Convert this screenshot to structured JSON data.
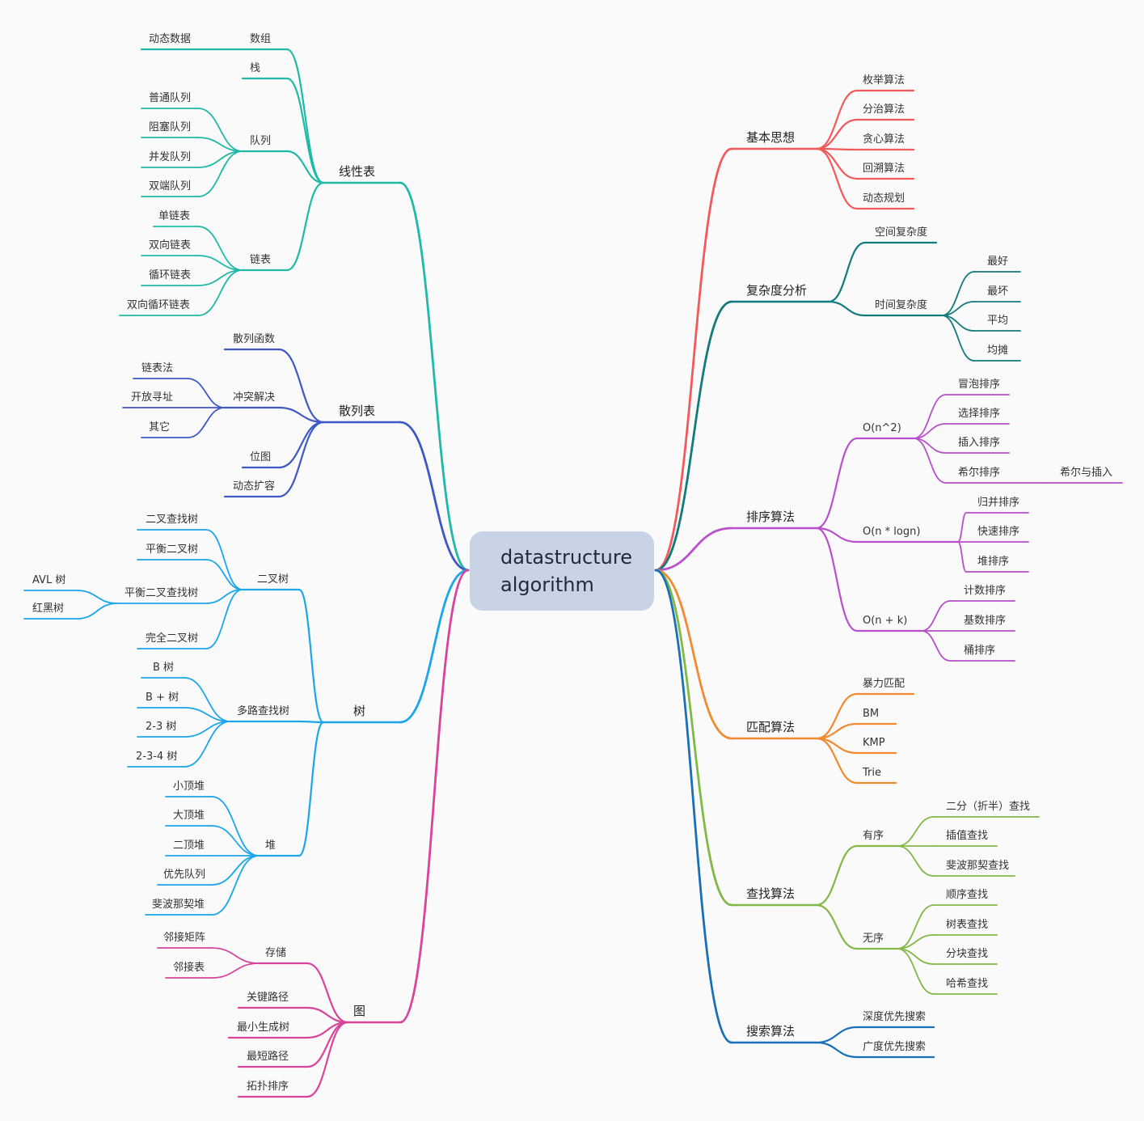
{
  "root": {
    "line1": "datastructure",
    "line2": "algorithm"
  },
  "colors": {
    "linear": "#1fb9a8",
    "hash": "#3f58c6",
    "tree": "#1ba6ea",
    "graph": "#d9449b",
    "basic": "#f25a5a",
    "complexity": "#137a7d",
    "sort": "#b84fcc",
    "match": "#f28a30",
    "search": "#82b846",
    "traverse": "#1a70b8",
    "rootFill": "#c8d4e6"
  },
  "left": [
    {
      "label": "线性表",
      "color": "linear",
      "children": [
        {
          "label": "数组",
          "children": [
            {
              "label": "动态数据"
            }
          ]
        },
        {
          "label": "栈"
        },
        {
          "label": "队列",
          "children": [
            {
              "label": "普通队列"
            },
            {
              "label": "阻塞队列"
            },
            {
              "label": "并发队列"
            },
            {
              "label": "双端队列"
            }
          ]
        },
        {
          "label": "链表",
          "children": [
            {
              "label": "单链表"
            },
            {
              "label": "双向链表"
            },
            {
              "label": "循环链表"
            },
            {
              "label": "双向循环链表"
            }
          ]
        }
      ]
    },
    {
      "label": "散列表",
      "color": "hash",
      "children": [
        {
          "label": "散列函数"
        },
        {
          "label": "冲突解决",
          "children": [
            {
              "label": "链表法"
            },
            {
              "label": "开放寻址"
            },
            {
              "label": "其它"
            }
          ]
        },
        {
          "label": "位图"
        },
        {
          "label": "动态扩容"
        }
      ]
    },
    {
      "label": "树",
      "color": "tree",
      "children": [
        {
          "label": "二叉树",
          "children": [
            {
              "label": "二叉查找树"
            },
            {
              "label": "平衡二叉树"
            },
            {
              "label": "平衡二叉查找树",
              "children": [
                {
                  "label": "AVL 树"
                },
                {
                  "label": "红黑树"
                }
              ]
            },
            {
              "label": "完全二叉树"
            }
          ]
        },
        {
          "label": "多路查找树",
          "children": [
            {
              "label": "B 树"
            },
            {
              "label": "B + 树"
            },
            {
              "label": "2-3 树"
            },
            {
              "label": "2-3-4 树"
            }
          ]
        },
        {
          "label": "堆",
          "children": [
            {
              "label": "小顶堆"
            },
            {
              "label": "大顶堆"
            },
            {
              "label": "二顶堆"
            },
            {
              "label": "优先队列"
            },
            {
              "label": "斐波那契堆"
            }
          ]
        }
      ]
    },
    {
      "label": "图",
      "color": "graph",
      "children": [
        {
          "label": "存储",
          "children": [
            {
              "label": "邻接矩阵"
            },
            {
              "label": "邻接表"
            }
          ]
        },
        {
          "label": "关键路径"
        },
        {
          "label": "最小生成树"
        },
        {
          "label": "最短路径"
        },
        {
          "label": "拓扑排序"
        }
      ]
    }
  ],
  "right": [
    {
      "label": "基本思想",
      "color": "basic",
      "children": [
        {
          "label": "枚举算法"
        },
        {
          "label": "分治算法"
        },
        {
          "label": "贪心算法"
        },
        {
          "label": "回溯算法"
        },
        {
          "label": "动态规划"
        }
      ]
    },
    {
      "label": "复杂度分析",
      "color": "complexity",
      "children": [
        {
          "label": "空间复杂度"
        },
        {
          "label": "时间复杂度",
          "children": [
            {
              "label": "最好"
            },
            {
              "label": "最坏"
            },
            {
              "label": "平均"
            },
            {
              "label": "均摊"
            }
          ]
        }
      ]
    },
    {
      "label": "排序算法",
      "color": "sort",
      "children": [
        {
          "label": "O(n^2)",
          "children": [
            {
              "label": "冒泡排序"
            },
            {
              "label": "选择排序"
            },
            {
              "label": "插入排序"
            },
            {
              "label": "希尔排序",
              "children": [
                {
                  "label": "希尔与插入"
                }
              ]
            }
          ]
        },
        {
          "label": "O(n * logn)",
          "children": [
            {
              "label": "归并排序"
            },
            {
              "label": "快速排序"
            },
            {
              "label": "堆排序"
            }
          ]
        },
        {
          "label": "O(n + k)",
          "children": [
            {
              "label": "计数排序"
            },
            {
              "label": "基数排序"
            },
            {
              "label": "桶排序"
            }
          ]
        }
      ]
    },
    {
      "label": "匹配算法",
      "color": "match",
      "children": [
        {
          "label": "暴力匹配"
        },
        {
          "label": "BM"
        },
        {
          "label": "KMP"
        },
        {
          "label": "Trie"
        }
      ]
    },
    {
      "label": "查找算法",
      "color": "search",
      "children": [
        {
          "label": "有序",
          "children": [
            {
              "label": "二分（折半）查找"
            },
            {
              "label": "插值查找"
            },
            {
              "label": "斐波那契查找"
            }
          ]
        },
        {
          "label": "无序",
          "children": [
            {
              "label": "顺序查找"
            },
            {
              "label": "树表查找"
            },
            {
              "label": "分块查找"
            },
            {
              "label": "哈希查找"
            }
          ]
        }
      ]
    },
    {
      "label": "搜索算法",
      "color": "traverse",
      "children": [
        {
          "label": "深度优先搜索"
        },
        {
          "label": "广度优先搜索"
        }
      ]
    }
  ]
}
